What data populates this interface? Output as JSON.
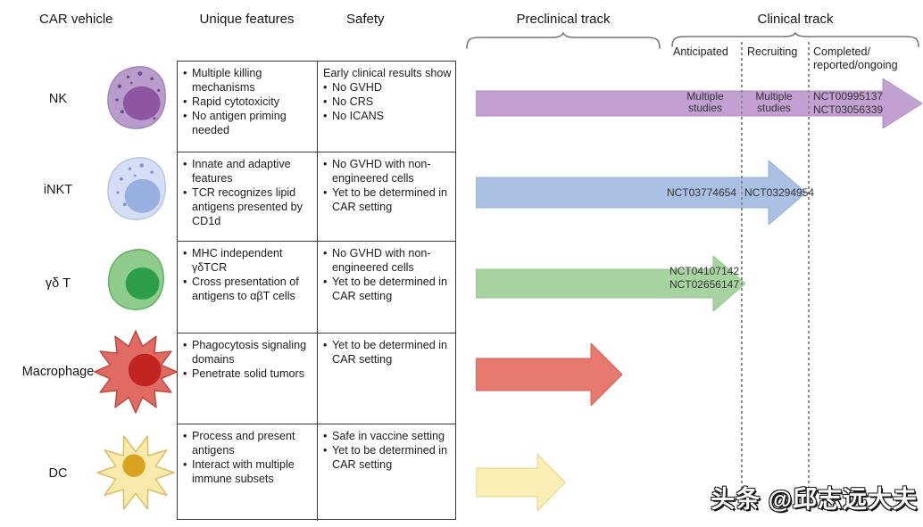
{
  "headers": {
    "car_vehicle": "CAR vehicle",
    "unique_features": "Unique features",
    "safety": "Safety",
    "preclinical_track": "Preclinical track",
    "clinical_track": "Clinical track"
  },
  "clinical_columns": {
    "anticipated": "Anticipated",
    "recruiting": "Recruiting",
    "completed_line1": "Completed/",
    "completed_line2": "reported/ongoing"
  },
  "rows": [
    {
      "name": "NK",
      "features": [
        "Multiple killing mechanisms",
        "Rapid cytotoxicity",
        "No antigen priming needed"
      ],
      "safety_intro": "Early clinical results show",
      "safety": [
        "No GVHD",
        "No CRS",
        "No ICANS"
      ],
      "arrow": {
        "fill": "#c3a0d2",
        "stroke": "#b28fc4"
      },
      "icon": {
        "body": "#b89dcc",
        "outline": "#a083ba",
        "nucleus": "#8e55a0",
        "dots": "#6e4b92"
      },
      "track_labels": {
        "anticipated": "Multiple studies",
        "recruiting": "Multiple studies",
        "completed_1": "NCT00995137",
        "completed_2": "NCT03056339"
      }
    },
    {
      "name": "iNKT",
      "features": [
        "Innate and adaptive features",
        "TCR recognizes lipid antigens presented by CD1d"
      ],
      "safety": [
        "No GVHD with non-engineered cells",
        "Yet to be determined in CAR setting"
      ],
      "arrow": {
        "fill": "#aac1e4",
        "stroke": "#97b0d8"
      },
      "icon": {
        "body": "#d5def4",
        "outline": "#b4c3e7",
        "nucleus": "#97b0e0",
        "dots": "#8098cc"
      },
      "track_labels": {
        "anticipated": "NCT03774654",
        "recruiting": "NCT03294954"
      }
    },
    {
      "name": "γδ T",
      "features": [
        "MHC independent γδTCR",
        "Cross presentation of antigens to αβT cells"
      ],
      "safety": [
        "No GVHD with non-engineered cells",
        "Yet to be determined in CAR setting"
      ],
      "arrow": {
        "fill": "#a7d3a1",
        "stroke": "#92c48c"
      },
      "icon": {
        "body": "#8ecb8c",
        "outline": "#60ae64",
        "nucleus": "#2d9f48"
      },
      "track_labels": {
        "anticipated_1": "NCT04107142",
        "anticipated_2": "NCT02656147"
      }
    },
    {
      "name": "Macrophage",
      "features": [
        "Phagocytosis signaling domains",
        "Penetrate solid tumors"
      ],
      "safety": [
        "Yet to be determined in CAR setting"
      ],
      "arrow": {
        "fill": "#e8796f",
        "stroke": "#d55f55"
      },
      "icon": {
        "body": "#e06b62",
        "outline": "#c04a41",
        "nucleus": "#c22421"
      }
    },
    {
      "name": "DC",
      "features": [
        "Process and present antigens",
        "Interact with multiple immune subsets"
      ],
      "safety": [
        "Safe in vaccine setting",
        "Yet to be determined in CAR setting"
      ],
      "arrow": {
        "fill": "#f9efb5",
        "stroke": "#e7d386"
      },
      "icon": {
        "body": "#f8e9ac",
        "outline": "#ddbe5e",
        "nucleus": "#d9a31f"
      }
    }
  ],
  "watermark": "头条 @邱志远大夫"
}
